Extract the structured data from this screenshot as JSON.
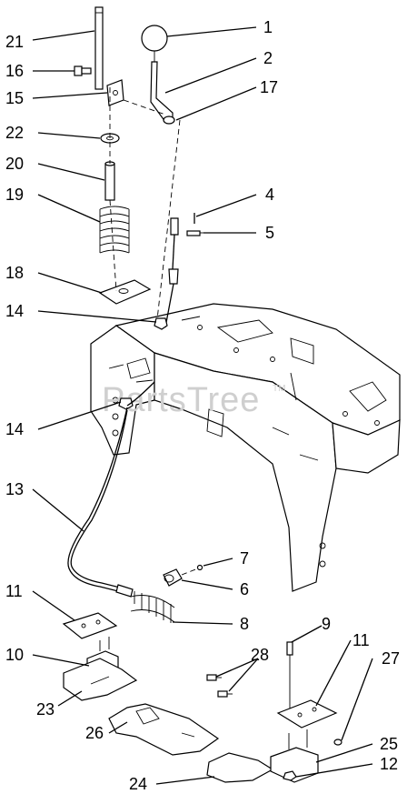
{
  "watermark": {
    "text": "PartsTree",
    "tm": "TM"
  },
  "callouts": [
    {
      "id": "c1",
      "label": "1"
    },
    {
      "id": "c2",
      "label": "2"
    },
    {
      "id": "c17",
      "label": "17"
    },
    {
      "id": "c21",
      "label": "21"
    },
    {
      "id": "c16",
      "label": "16"
    },
    {
      "id": "c15",
      "label": "15"
    },
    {
      "id": "c22",
      "label": "22"
    },
    {
      "id": "c20",
      "label": "20"
    },
    {
      "id": "c19",
      "label": "19"
    },
    {
      "id": "c4",
      "label": "4"
    },
    {
      "id": "c5",
      "label": "5"
    },
    {
      "id": "c18",
      "label": "18"
    },
    {
      "id": "c14a",
      "label": "14"
    },
    {
      "id": "c14b",
      "label": "14"
    },
    {
      "id": "c13",
      "label": "13"
    },
    {
      "id": "c7",
      "label": "7"
    },
    {
      "id": "c6",
      "label": "6"
    },
    {
      "id": "c8",
      "label": "8"
    },
    {
      "id": "c11a",
      "label": "11"
    },
    {
      "id": "c10",
      "label": "10"
    },
    {
      "id": "c9",
      "label": "9"
    },
    {
      "id": "c11b",
      "label": "11"
    },
    {
      "id": "c28",
      "label": "28"
    },
    {
      "id": "c27",
      "label": "27"
    },
    {
      "id": "c23",
      "label": "23"
    },
    {
      "id": "c26",
      "label": "26"
    },
    {
      "id": "c25",
      "label": "25"
    },
    {
      "id": "c12",
      "label": "12"
    },
    {
      "id": "c24",
      "label": "24"
    }
  ]
}
